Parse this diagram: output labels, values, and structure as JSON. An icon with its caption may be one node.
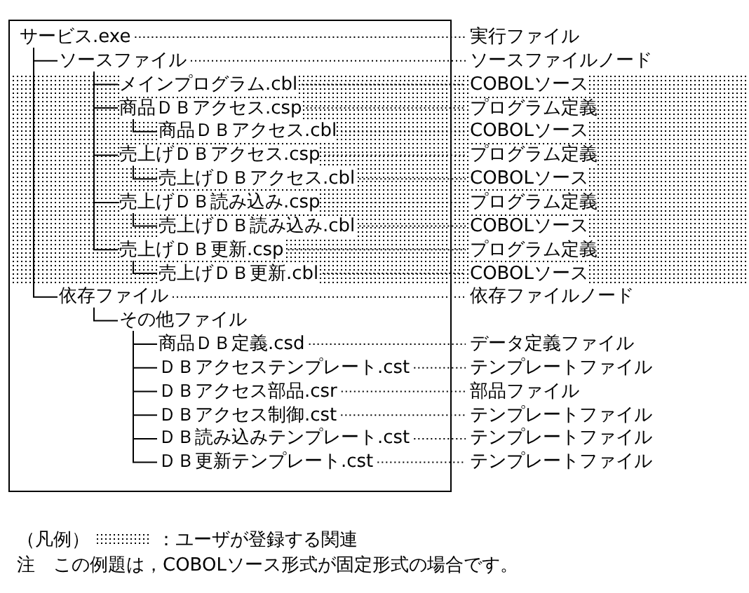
{
  "diagram": {
    "nodes": [
      {
        "text": [],
        "shape": "box"
      },
      {
        "text": [
          "サービス.exe"
        ],
        "in": 0
      },
      {
        "text": [
          "ソースファイル"
        ],
        "in": 0
      },
      {
        "text": [
          "メインプログラム.cbl"
        ],
        "in": 0
      },
      {
        "text": [
          "商品ＤＢアクセス.csp"
        ],
        "in": 0
      },
      {
        "text": [
          "商品ＤＢアクセス.cbl"
        ],
        "in": 0
      },
      {
        "text": [
          "売上げＤＢアクセス.csp"
        ],
        "in": 0
      },
      {
        "text": [
          "売上げＤＢアクセス.cbl"
        ],
        "in": 0
      },
      {
        "text": [
          "売上げＤＢ読み込み.csp"
        ],
        "in": 0
      },
      {
        "text": [
          "売上げＤＢ読み込み.cbl"
        ],
        "in": 0
      },
      {
        "text": [
          "売上げＤＢ更新.csp"
        ],
        "in": 0
      },
      {
        "text": [
          "売上げＤＢ更新.cbl"
        ],
        "in": 0
      },
      {
        "text": [
          "依存ファイル"
        ],
        "in": 0
      },
      {
        "text": [
          "その他ファイル"
        ],
        "in": 0
      },
      {
        "text": [
          "商品ＤＢ定義.csd"
        ],
        "in": 0
      },
      {
        "text": [
          "ＤＢアクセステンプレート.cst"
        ],
        "in": 0
      },
      {
        "text": [
          "ＤＢアクセス部品.csr"
        ],
        "in": 0
      },
      {
        "text": [
          "ＤＢアクセス制御.cst"
        ],
        "in": 0
      },
      {
        "text": [
          "ＤＢ読み込みテンプレート.cst"
        ],
        "in": 0
      },
      {
        "text": [
          "ＤＢ更新テンプレート.cst"
        ],
        "in": 0
      },
      {
        "text": [
          "実行ファイル"
        ]
      },
      {
        "text": [
          "ソースファイルノード"
        ]
      },
      {
        "text": [
          "COBOLソース"
        ]
      },
      {
        "text": [
          "プログラム定義"
        ]
      },
      {
        "text": [
          "COBOLソース"
        ]
      },
      {
        "text": [
          "プログラム定義"
        ]
      },
      {
        "text": [
          "COBOLソース"
        ]
      },
      {
        "text": [
          "プログラム定義"
        ]
      },
      {
        "text": [
          "COBOLソース"
        ]
      },
      {
        "text": [
          "プログラム定義"
        ]
      },
      {
        "text": [
          "COBOLソース"
        ]
      },
      {
        "text": [
          "依存ファイルノード"
        ]
      },
      {
        "text": [
          "データ定義ファイル"
        ]
      },
      {
        "text": [
          "テンプレートファイル"
        ]
      },
      {
        "text": [
          "部品ファイル"
        ]
      },
      {
        "text": [
          "テンプレートファイル"
        ]
      },
      {
        "text": [
          "テンプレートファイル"
        ]
      },
      {
        "text": [
          "テンプレートファイル"
        ]
      }
    ],
    "edges": [
      {
        "from": 1,
        "to": 2,
        "arrow": "none"
      },
      {
        "from": 2,
        "to": 3,
        "arrow": "none"
      },
      {
        "from": 2,
        "to": 4,
        "arrow": "none"
      },
      {
        "from": 4,
        "to": 5,
        "arrow": "none"
      },
      {
        "from": 2,
        "to": 6,
        "arrow": "none"
      },
      {
        "from": 6,
        "to": 7,
        "arrow": "none"
      },
      {
        "from": 2,
        "to": 8,
        "arrow": "none"
      },
      {
        "from": 8,
        "to": 9,
        "arrow": "none"
      },
      {
        "from": 2,
        "to": 10,
        "arrow": "none"
      },
      {
        "from": 10,
        "to": 11,
        "arrow": "none"
      },
      {
        "from": 1,
        "to": 12,
        "arrow": "none"
      },
      {
        "from": 12,
        "to": 13,
        "arrow": "none"
      },
      {
        "from": 13,
        "to": 14,
        "arrow": "none"
      },
      {
        "from": 13,
        "to": 15,
        "arrow": "none"
      },
      {
        "from": 13,
        "to": 16,
        "arrow": "none"
      },
      {
        "from": 13,
        "to": 17,
        "arrow": "none"
      },
      {
        "from": 13,
        "to": 18,
        "arrow": "none"
      },
      {
        "from": 13,
        "to": 19,
        "arrow": "none"
      },
      {
        "from": 1,
        "to": 20,
        "arrow": "none",
        "style": "dashed"
      },
      {
        "from": 2,
        "to": 21,
        "arrow": "none",
        "style": "dashed"
      },
      {
        "from": 3,
        "to": 22,
        "arrow": "none",
        "style": "dashed"
      },
      {
        "from": 4,
        "to": 23,
        "arrow": "none",
        "style": "dashed"
      },
      {
        "from": 5,
        "to": 24,
        "arrow": "none",
        "style": "dashed"
      },
      {
        "from": 6,
        "to": 25,
        "arrow": "none",
        "style": "dashed"
      },
      {
        "from": 7,
        "to": 26,
        "arrow": "none",
        "style": "dashed"
      },
      {
        "from": 8,
        "to": 27,
        "arrow": "none",
        "style": "dashed"
      },
      {
        "from": 9,
        "to": 28,
        "arrow": "none",
        "style": "dashed"
      },
      {
        "from": 10,
        "to": 29,
        "arrow": "none",
        "style": "dashed"
      },
      {
        "from": 11,
        "to": 30,
        "arrow": "none",
        "style": "dashed"
      },
      {
        "from": 12,
        "to": 31,
        "arrow": "none",
        "style": "dashed"
      },
      {
        "from": 14,
        "to": 32,
        "arrow": "none",
        "style": "dashed"
      },
      {
        "from": 15,
        "to": 33,
        "arrow": "none",
        "style": "dashed"
      },
      {
        "from": 16,
        "to": 34,
        "arrow": "none",
        "style": "dashed"
      },
      {
        "from": 17,
        "to": 35,
        "arrow": "none",
        "style": "dashed"
      },
      {
        "from": 18,
        "to": 36,
        "arrow": "none",
        "style": "dashed"
      },
      {
        "from": 19,
        "to": 37,
        "arrow": "none",
        "style": "dashed"
      }
    ],
    "labels": [
      "（凡例）",
      "注　この例題は，COBOLソース形式が固定形式の場合です。"
    ],
    "legend": [
      {
        "text": "：ユーザが登録する関連"
      }
    ]
  }
}
